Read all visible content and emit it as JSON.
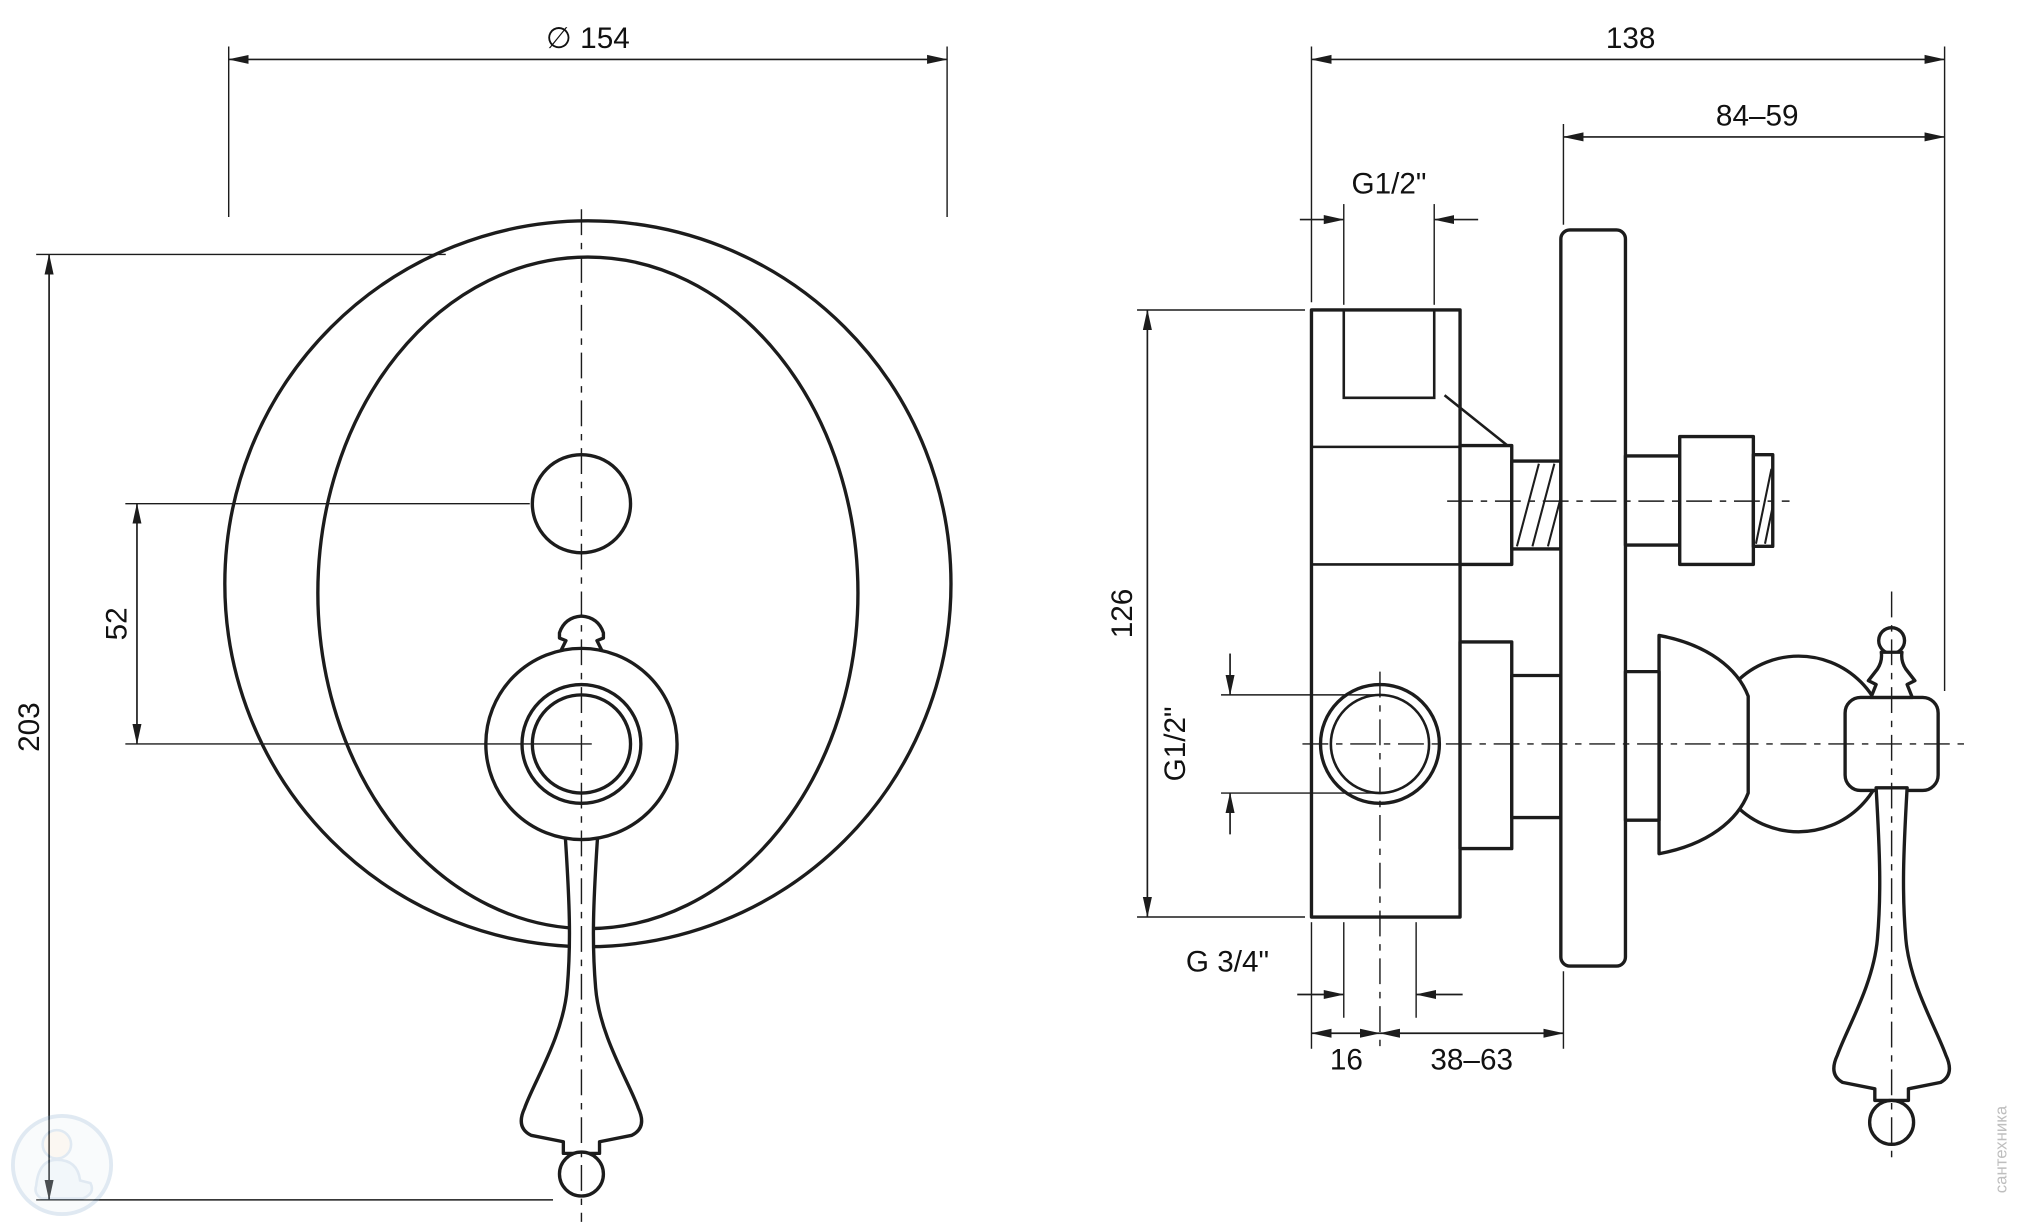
{
  "drawing": {
    "background": "#ffffff",
    "line_color": "#1c1c1c"
  },
  "front_view": {
    "dim_diameter": "∅ 154",
    "dim_total_height": "203",
    "dim_port_offset": "52"
  },
  "side_view": {
    "dim_total_depth": "138",
    "dim_plate_range": "84–59",
    "dim_top_thread": "G1/2\"",
    "dim_body_height": "126",
    "dim_side_thread": "G1/2\"",
    "dim_bottom_thread": "G 3/4\"",
    "dim_wall_offset": "16",
    "dim_mount_range": "38–63"
  },
  "watermark": {
    "side_text": "сантехника"
  }
}
